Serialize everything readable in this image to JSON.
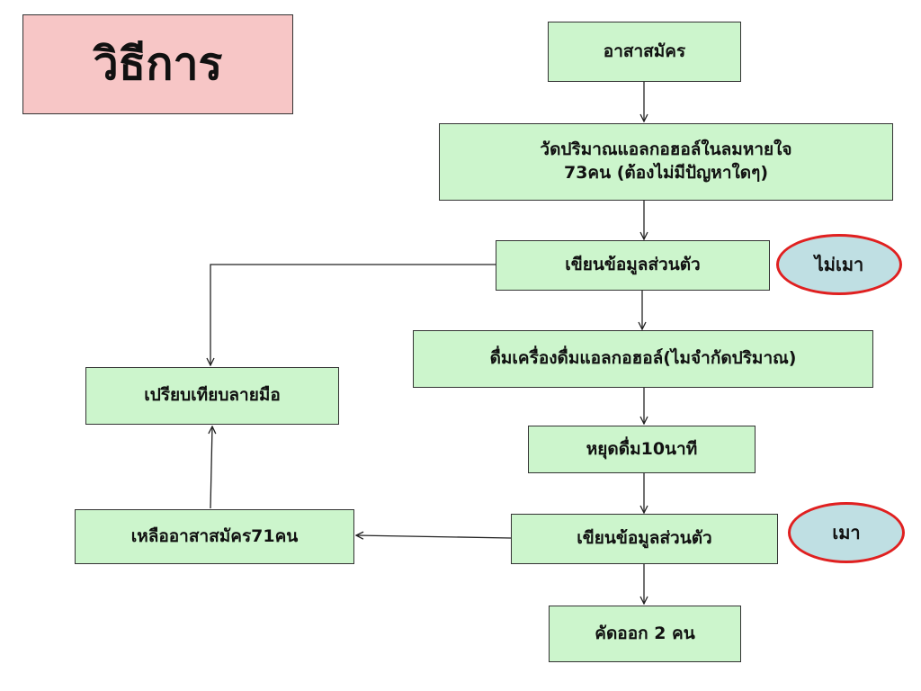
{
  "title": "วิธีการ",
  "nodes": {
    "volunteers": "อาสาสมัคร",
    "measure_line1": "วัดปริมาณแอลกอฮอล์ในลมหายใจ",
    "measure_line2": "73คน (ต้องไม่มีปัญหาใดๆ)",
    "write_sober": "เขียนข้อมูลส่วนตัว",
    "drink": "ดื่มเครื่องดื่มแอลกอฮอล์(ไมจำกัดปริมาณ)",
    "stop": "หยุดดื่ม10นาที",
    "write_drunk": "เขียนข้อมูลส่วนตัว",
    "exclude": "คัดออก 2 คน",
    "compare": "เปรียบเทียบลายมือ",
    "remaining": "เหลืออาสาสมัคร71คน"
  },
  "labels": {
    "sober": "ไม่เมา",
    "drunk": "เมา"
  }
}
